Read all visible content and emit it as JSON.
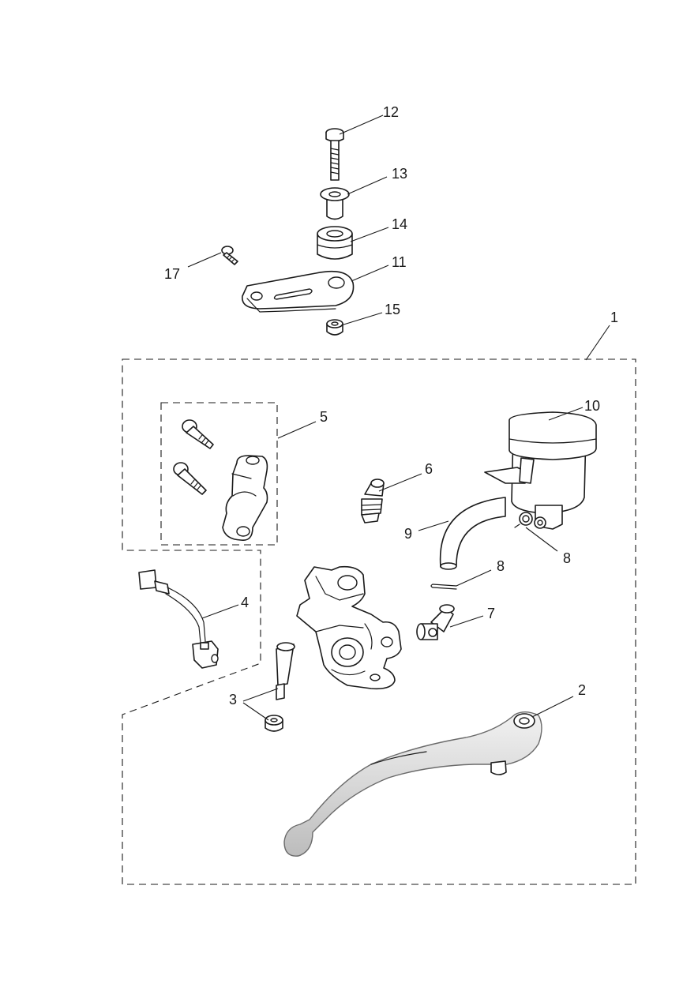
{
  "callouts": {
    "c1": "1",
    "c2": "2",
    "c3": "3",
    "c4": "4",
    "c5": "5",
    "c6": "6",
    "c7": "7",
    "c8a": "8",
    "c8b": "8",
    "c9": "9",
    "c10": "10",
    "c11": "11",
    "c12": "12",
    "c13": "13",
    "c14": "14",
    "c15": "15",
    "c17": "17"
  }
}
